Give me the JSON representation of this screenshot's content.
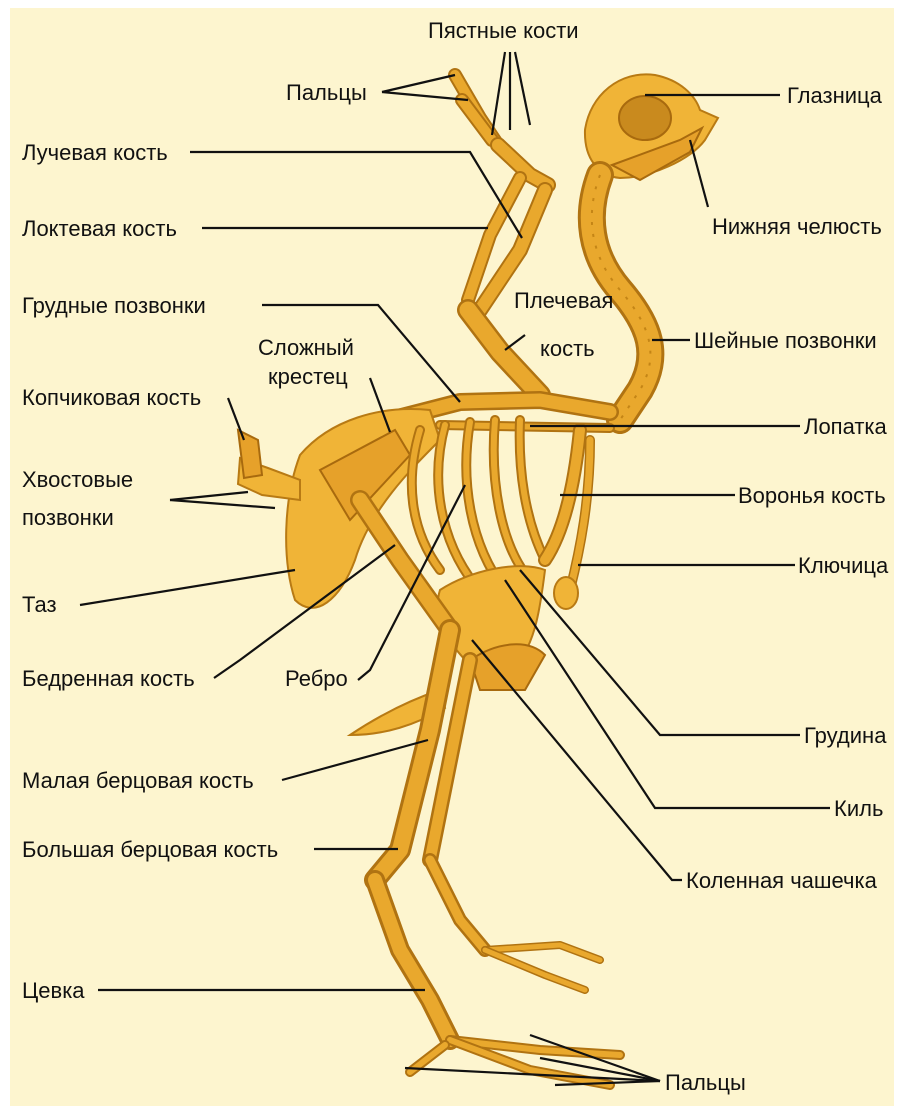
{
  "colors": {
    "background": "#fdf5cf",
    "bone": "#f0b437",
    "bone_shadow": "#b87a14",
    "label_text": "#111111"
  },
  "labels": {
    "metacarpal_bones": "Пястные кости",
    "wing_fingers": "Пальцы",
    "radius": "Лучевая кость",
    "ulna": "Локтевая кость",
    "thoracic_vertebrae": "Грудные позвонки",
    "synsacrum_line1": "Сложный",
    "synsacrum_line2": "крестец",
    "humerus_line1": "Плечевая",
    "humerus_line2": "кость",
    "coccyx_bone": "Копчиковая кость",
    "tail_vertebrae_line1": "Хвостовые",
    "tail_vertebrae_line2": "позвонки",
    "pelvis": "Таз",
    "femur": "Бедренная кость",
    "rib": "Ребро",
    "fibula": "Малая берцовая кость",
    "tibia": "Большая берцовая кость",
    "tarsometatarsus": "Цевка",
    "orbit": "Глазница",
    "lower_jaw": "Нижняя челюсть",
    "cervical_vertebrae": "Шейные позвонки",
    "scapula": "Лопатка",
    "coracoid": "Воронья кость",
    "clavicle": "Ключица",
    "sternum": "Грудина",
    "keel": "Киль",
    "kneecap": "Коленная чашечка",
    "foot_toes": "Пальцы"
  }
}
